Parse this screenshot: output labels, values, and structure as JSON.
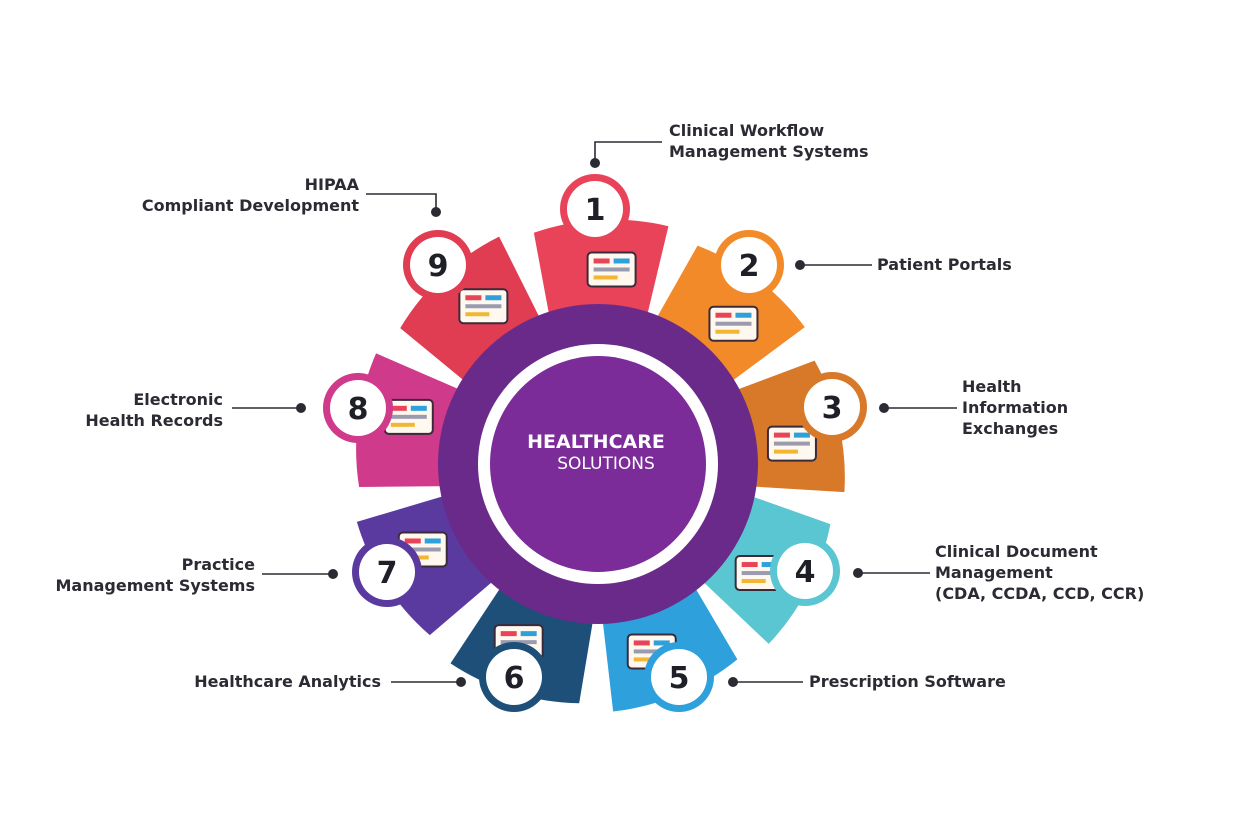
{
  "center": {
    "line1": "HEALTHCARE",
    "line2": "SOLUTIONS"
  },
  "colors": {
    "ring": "#6a2a8a",
    "core": "#7b2c99",
    "s1": "#e9435a",
    "s2": "#f28a2a",
    "s3": "#d8792a",
    "s4": "#5ac6d2",
    "s5": "#2ea0dc",
    "s6": "#1d4f79",
    "s7": "#5b3aa0",
    "s8": "#cf3a8b",
    "s9": "#e03c52"
  },
  "segments": [
    {
      "number": "1",
      "icon": "workflow-screen-icon",
      "label": [
        "Clinical Workflow",
        "Management Systems"
      ]
    },
    {
      "number": "2",
      "icon": "patient-portal-icon",
      "label": [
        "Patient Portals"
      ]
    },
    {
      "number": "3",
      "icon": "exchange-screen-icon",
      "label": [
        "Health",
        "Information",
        "Exchanges"
      ]
    },
    {
      "number": "4",
      "icon": "folder-gear-icon",
      "label": [
        "Clinical Document",
        "Management",
        "(CDA, CCDA, CCD, CCR)"
      ]
    },
    {
      "number": "5",
      "icon": "prescription-screen-icon",
      "label": [
        "Prescription Software"
      ]
    },
    {
      "number": "6",
      "icon": "analytics-chart-icon",
      "label": [
        "Healthcare Analytics"
      ]
    },
    {
      "number": "7",
      "icon": "practice-board-icon",
      "label": [
        "Practice",
        "Management Systems"
      ]
    },
    {
      "number": "8",
      "icon": "doctor-records-icon",
      "label": [
        "Electronic",
        "Health Records"
      ]
    },
    {
      "number": "9",
      "icon": "medical-star-icon",
      "label": [
        "HIPAA",
        "Compliant Development"
      ]
    }
  ]
}
